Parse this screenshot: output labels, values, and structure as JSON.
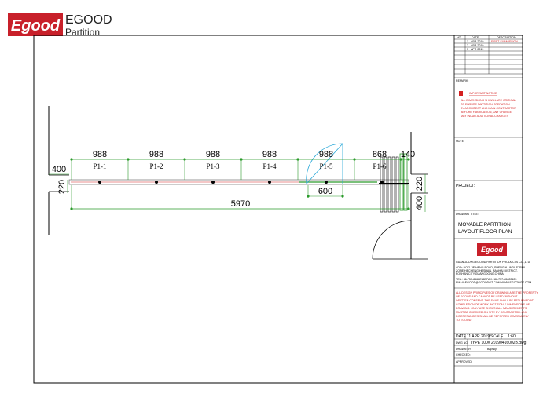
{
  "brand": {
    "logo_mark": "Egood",
    "name": "EGOOD",
    "sub": "Partition",
    "color": "#c8202a"
  },
  "plan": {
    "top_dims": [
      "988",
      "988",
      "988",
      "988",
      "988",
      "868",
      "140"
    ],
    "panels": [
      "P1-1",
      "P1-2",
      "P1-3",
      "P1-4",
      "P1-5",
      "P1-6"
    ],
    "left_offset": "400",
    "left_depth": "220",
    "door_width": "600",
    "total": "5970",
    "right_depth": "220",
    "right_offset": "400"
  },
  "title_block": {
    "revision_headers": [
      "NO",
      "DATE",
      "DESCRIPTION"
    ],
    "revisions": [
      {
        "no": "1",
        "date": "APR 2019",
        "desc": "FIRST SUBMISSION"
      },
      {
        "no": "2",
        "date": "APR 2019",
        "desc": ""
      },
      {
        "no": "3",
        "date": "APR 2019",
        "desc": ""
      }
    ],
    "remark_label": "REMARK:",
    "notice_title": "IMPORTANT NOTICE",
    "notice_lines": [
      "ALL DIMENSIONS SHOWN ARE CRITICAL",
      "TO ENSURE PARTITION OPERATION",
      "BY ARCHITECT AND MAIN CONTRACTOR",
      "BEFORE FABRICATION, ANY CHANGE",
      "MAY INCUR ADDITIONAL CHARGES"
    ],
    "note_label": "NOTE:",
    "project_label": "PROJECT:",
    "drawing_title_label": "DRAWING TITLE:",
    "drawing_title": [
      "MOVABLE PARTITION",
      "LAYOUT FLOOR PLAN"
    ],
    "logo_mark": "Egood",
    "company": "GUANGDONG EGOOD PARTITION PRODUCTS CO.,LTD",
    "address": [
      "ADD: NO.2 JIE HENG ROAD, SHENGHU INDUSTRIAL",
      "ZONE,HECHENG,HESHAN, NANHAI DISTRICT,",
      "FOSHAN CITY,GUANGDONG,CHINA"
    ],
    "contact": [
      "TEL:+86-757-85622132 FAX:+86-757-85622123",
      "EMAIL:EGOOD@EGOODGZ.COM WWW.EGOODGZ.COM"
    ],
    "copyright": [
      "ALL DESIGN PRINCIPLES OF DRAWING ARE THE PROPERTY",
      "OF EGOOD AND CANNOT BE USED WITHOUT",
      "WRITTEN CONSENT. THE SAME SHALL BE RETURNED AT",
      "COMPLETION OF WORK. NOT SCALE DIMENSIONS OF",
      "DRAWING. ONLY USE SHOWN ALL MEASUREMENTS",
      "MUST BE CHECKED ON SITE BY CONTRACTOR. ANY",
      "DISCREPANCIES SHALL BE REPORTED IMMEDIATELY",
      "TO EGOOD"
    ],
    "date_label": "DATE",
    "date": "11 APR 2019",
    "scale_label": "SCALE",
    "scale": "1:60",
    "dwg_label": "DWG NO.",
    "dwg_no": "TYPE 100# 20190416002B.dwg",
    "drawn_label": "DRAWN BY",
    "drawn_by": "Bapsky",
    "checked_label": "CHECKED:",
    "approved_label": "APPROVED:"
  }
}
